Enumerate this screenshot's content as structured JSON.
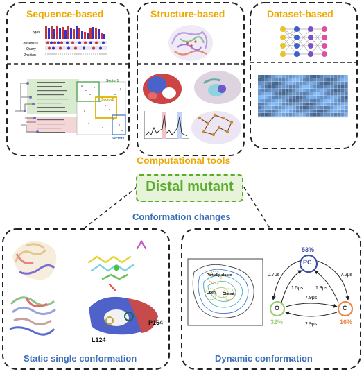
{
  "panels": {
    "sequence": {
      "title": "Sequence-based",
      "logo_labels": [
        "Logos",
        "Consensus",
        "Query",
        "Position"
      ],
      "sector_labels": [
        "Sector1",
        "Sector2",
        "Sector3"
      ]
    },
    "structure": {
      "title": "Structure-based"
    },
    "dataset": {
      "title": "Dataset-based"
    }
  },
  "center": {
    "tools_label": "Computational tools",
    "main_label": "Distal mutant",
    "changes_label": "Conformation changes"
  },
  "bottom_left": {
    "title": "Static single conformation",
    "residue_labels": [
      "P164",
      "L124"
    ]
  },
  "bottom_right": {
    "title": "Dynamic conformation",
    "states": [
      {
        "id": "PC",
        "pct": "53%",
        "color": "#3a4fa8"
      },
      {
        "id": "O",
        "pct": "32%",
        "color": "#9ccc7a"
      },
      {
        "id": "C",
        "pct": "16%",
        "color": "#e8894a"
      }
    ],
    "rates": [
      "0.7μs",
      "1.5μs",
      "1.3μs",
      "7.2μs",
      "7.9μs",
      "2.9μs"
    ],
    "map_labels": [
      "Partially-closed",
      "Open",
      "Closed"
    ]
  },
  "colors": {
    "accent_yellow": "#f0a800",
    "accent_blue": "#3b6fb6",
    "mutant_green": "#5aab2e"
  }
}
